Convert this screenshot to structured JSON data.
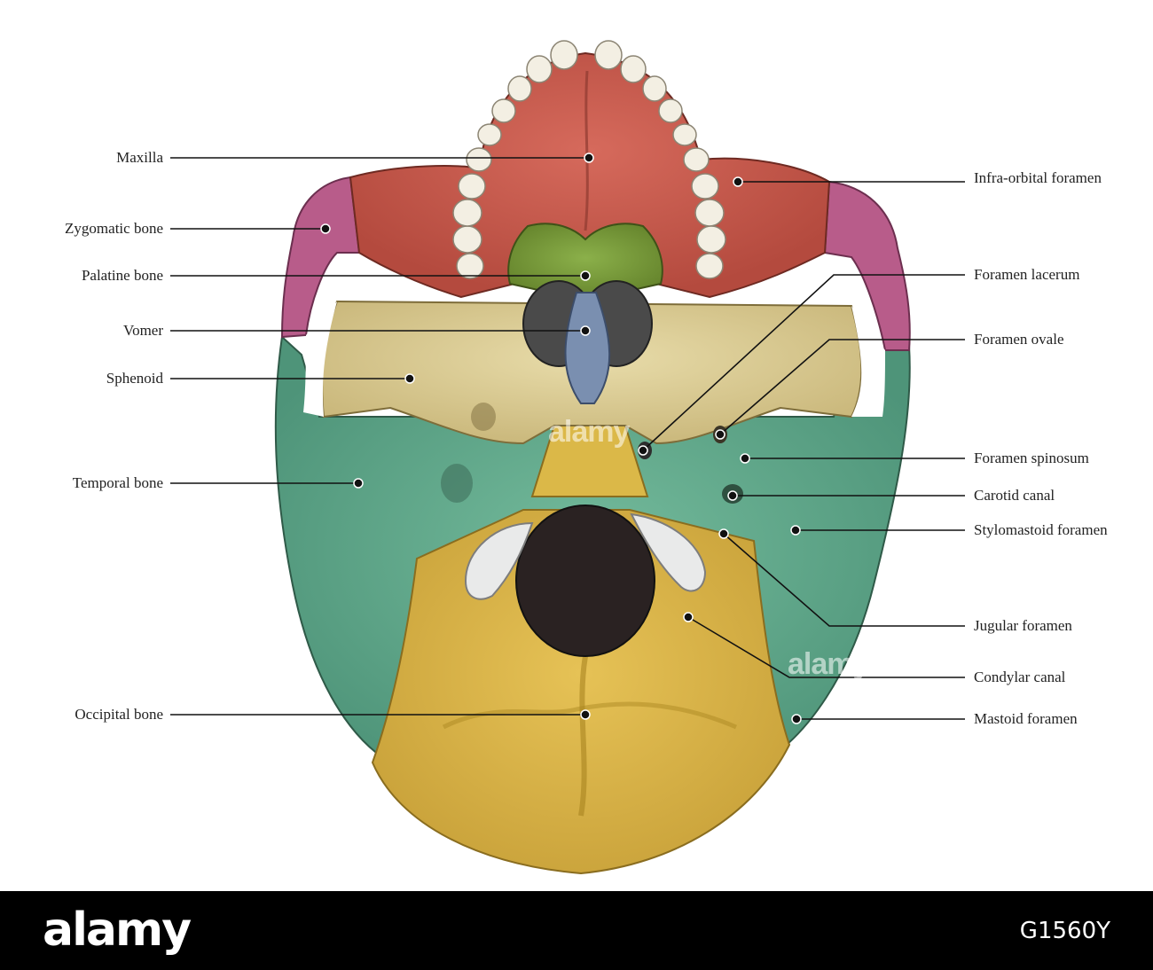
{
  "diagram": {
    "labels_left": [
      {
        "id": "maxilla",
        "text": "Maxilla"
      },
      {
        "id": "zygomatic",
        "text": "Zygomatic bone"
      },
      {
        "id": "palatine",
        "text": "Palatine bone"
      },
      {
        "id": "vomer",
        "text": "Vomer"
      },
      {
        "id": "sphenoid",
        "text": "Sphenoid"
      },
      {
        "id": "temporal",
        "text": "Temporal bone"
      },
      {
        "id": "occipital",
        "text": "Occipital bone"
      }
    ],
    "labels_right": [
      {
        "id": "infraorbital",
        "text": "Infra-orbital foramen"
      },
      {
        "id": "lacerum",
        "text": "Foramen lacerum"
      },
      {
        "id": "ovale",
        "text": "Foramen ovale"
      },
      {
        "id": "spinosum",
        "text": "Foramen spinosum"
      },
      {
        "id": "carotid",
        "text": "Carotid canal"
      },
      {
        "id": "stylomastoid",
        "text": "Stylomastoid foramen"
      },
      {
        "id": "jugular",
        "text": "Jugular foramen"
      },
      {
        "id": "condylar",
        "text": "Condylar canal"
      },
      {
        "id": "mastoid",
        "text": "Mastoid foramen"
      }
    ],
    "bone_colors": {
      "maxilla": "#c8574a",
      "zygomatic": "#b85c8a",
      "palatine": "#7a9a3a",
      "vomer": "#7a8fb0",
      "sphenoid": "#d8c890",
      "temporal": "#5fa88a",
      "occipital": "#d8b440"
    }
  },
  "watermark": {
    "text": "alamy"
  },
  "footer": {
    "logo": "alamy",
    "image_id": "G1560Y"
  }
}
